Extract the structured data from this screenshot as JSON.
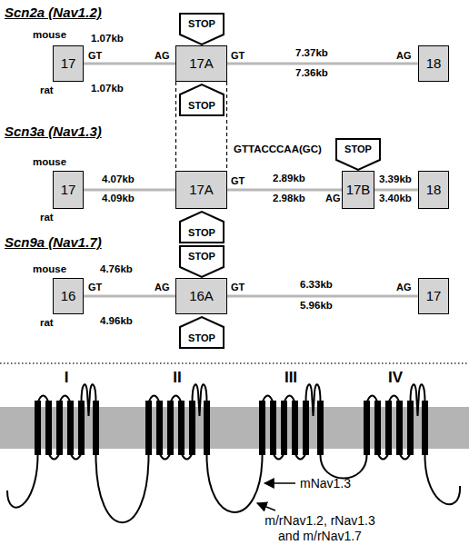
{
  "diagram": {
    "nodes": [
      {
        "text": [
          "STOP"
        ]
      },
      {
        "text": [
          "17"
        ]
      },
      {
        "text": [
          "17A"
        ]
      },
      {
        "text": [
          "18"
        ]
      },
      {
        "text": [
          "STOP"
        ]
      },
      {
        "text": [
          "STOP"
        ]
      },
      {
        "text": [
          "17"
        ]
      },
      {
        "text": [
          "17A"
        ]
      },
      {
        "text": [
          "17B"
        ]
      },
      {
        "text": [
          "18"
        ]
      },
      {
        "text": [
          "STOP"
        ]
      },
      {
        "text": [
          "STOP"
        ]
      },
      {
        "text": [
          "16"
        ]
      },
      {
        "text": [
          "16A"
        ]
      },
      {
        "text": [
          "17"
        ]
      },
      {
        "text": [
          "STOP"
        ]
      }
    ],
    "edges": [
      {
        "from": 1,
        "to": 2,
        "arrow": "none"
      },
      {
        "from": 2,
        "to": 3,
        "arrow": "none"
      },
      {
        "from": 6,
        "to": 7,
        "arrow": "none"
      },
      {
        "from": 7,
        "to": 8,
        "arrow": "none"
      },
      {
        "from": 8,
        "to": 9,
        "arrow": "none"
      },
      {
        "from": 12,
        "to": 13,
        "arrow": "none"
      },
      {
        "from": 13,
        "to": 14,
        "arrow": "none"
      },
      {
        "from": 2,
        "to": 7,
        "arrow": "none"
      }
    ],
    "labels": [
      "Scn2a (Nav1.2)",
      "mouse",
      "1.07kb",
      "GT",
      "AG",
      "GT",
      "7.37kb",
      "7.36kb",
      "AG",
      "rat",
      "1.07kb",
      "GTTACCCAA(GC)",
      "Scn3a (Nav1.3)",
      "mouse",
      "4.07kb",
      "2.89kb",
      "GT",
      "2.98kb",
      "AG",
      "3.39kb",
      "rat",
      "4.09kb",
      "3.40kb",
      "Scn9a (Nav1.7)",
      "mouse",
      "4.76kb",
      "GT",
      "AG",
      "GT",
      "6.33kb",
      "5.96kb",
      "AG",
      "rat",
      "4.96kb",
      "I",
      "II",
      "III",
      "IV",
      "mNav1.3",
      "m/rNav1.2, rNav1.3 and m/rNav1.7"
    ]
  }
}
